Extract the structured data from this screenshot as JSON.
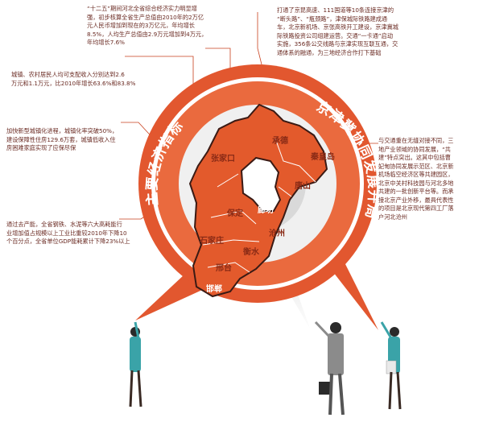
{
  "title_left": "主要经济指标",
  "title_right": "京津冀协同发展开局",
  "cities": {
    "zhangjiakou": "张家口",
    "chengde": "承德",
    "qinhuangdao": "秦皇岛",
    "tangshan": "唐山",
    "langfang": "廊坊",
    "baoding": "保定",
    "cangzhou": "沧州",
    "shijiazhuang": "石家庄",
    "hengshui": "衡水",
    "xingtai": "邢台",
    "handan": "邯郸"
  },
  "notes": {
    "gdp": [
      "“十二五”期间河北全省综合经济实力明显增",
      "强，初步核算全省生产总值由2010年的2万亿",
      "元人民币增加到现在的3万亿元，年均增长",
      "8.5%，人均生产总值由2.9万元增加到4万元，",
      "年均增长7.6%"
    ],
    "income": [
      "城镇、农村居民人均可支配收入分别达到2.6",
      "万元和1.1万元，比2010年增长63.6%和83.8%"
    ],
    "urban": [
      "加快新型城镇化进程，城镇化率突破50%，",
      "建设保障性住房129.6万套，城镇低收入住",
      "房困难家庭实现了应保尽保"
    ],
    "energy": [
      "通过去产能，全省钢铁、水泥等六大高耗能行",
      "业增加值占规模以上工业比重较2010年下降10",
      "个百分点，全省单位GDP能耗累计下降23%以上"
    ],
    "transport": [
      "打通了京昆高速、111国道等10条连接京津的",
      "“断头路”、“瓶颈路”，津保城际铁路建成通",
      "车，北京新机场、京张高铁开工建设，京津冀城",
      "际铁路投资公司组建运营。交通“一卡通”启动",
      "实施，356条公交线路与京津实现互联互通，交",
      "通体系的融通，为三地经济合作打下基础"
    ],
    "cooperation": [
      "与交通重在无缝对接不同，三",
      "地产业领域的协同发展，“共",
      "建”特点突出。这其中包括曹",
      "妃甸协同发展示范区、北京新",
      "机场临空经济区等共建园区，",
      "北京中关村科技园与河北多地",
      "共建的一批创新平台等。而承",
      "接北京产业外移，最具代表性",
      "的项目是北京现代第四工厂落",
      "户河北沧州"
    ]
  },
  "colors": {
    "accent": "#e2572f",
    "deep": "#c9401d",
    "text": "#6a2a22"
  }
}
